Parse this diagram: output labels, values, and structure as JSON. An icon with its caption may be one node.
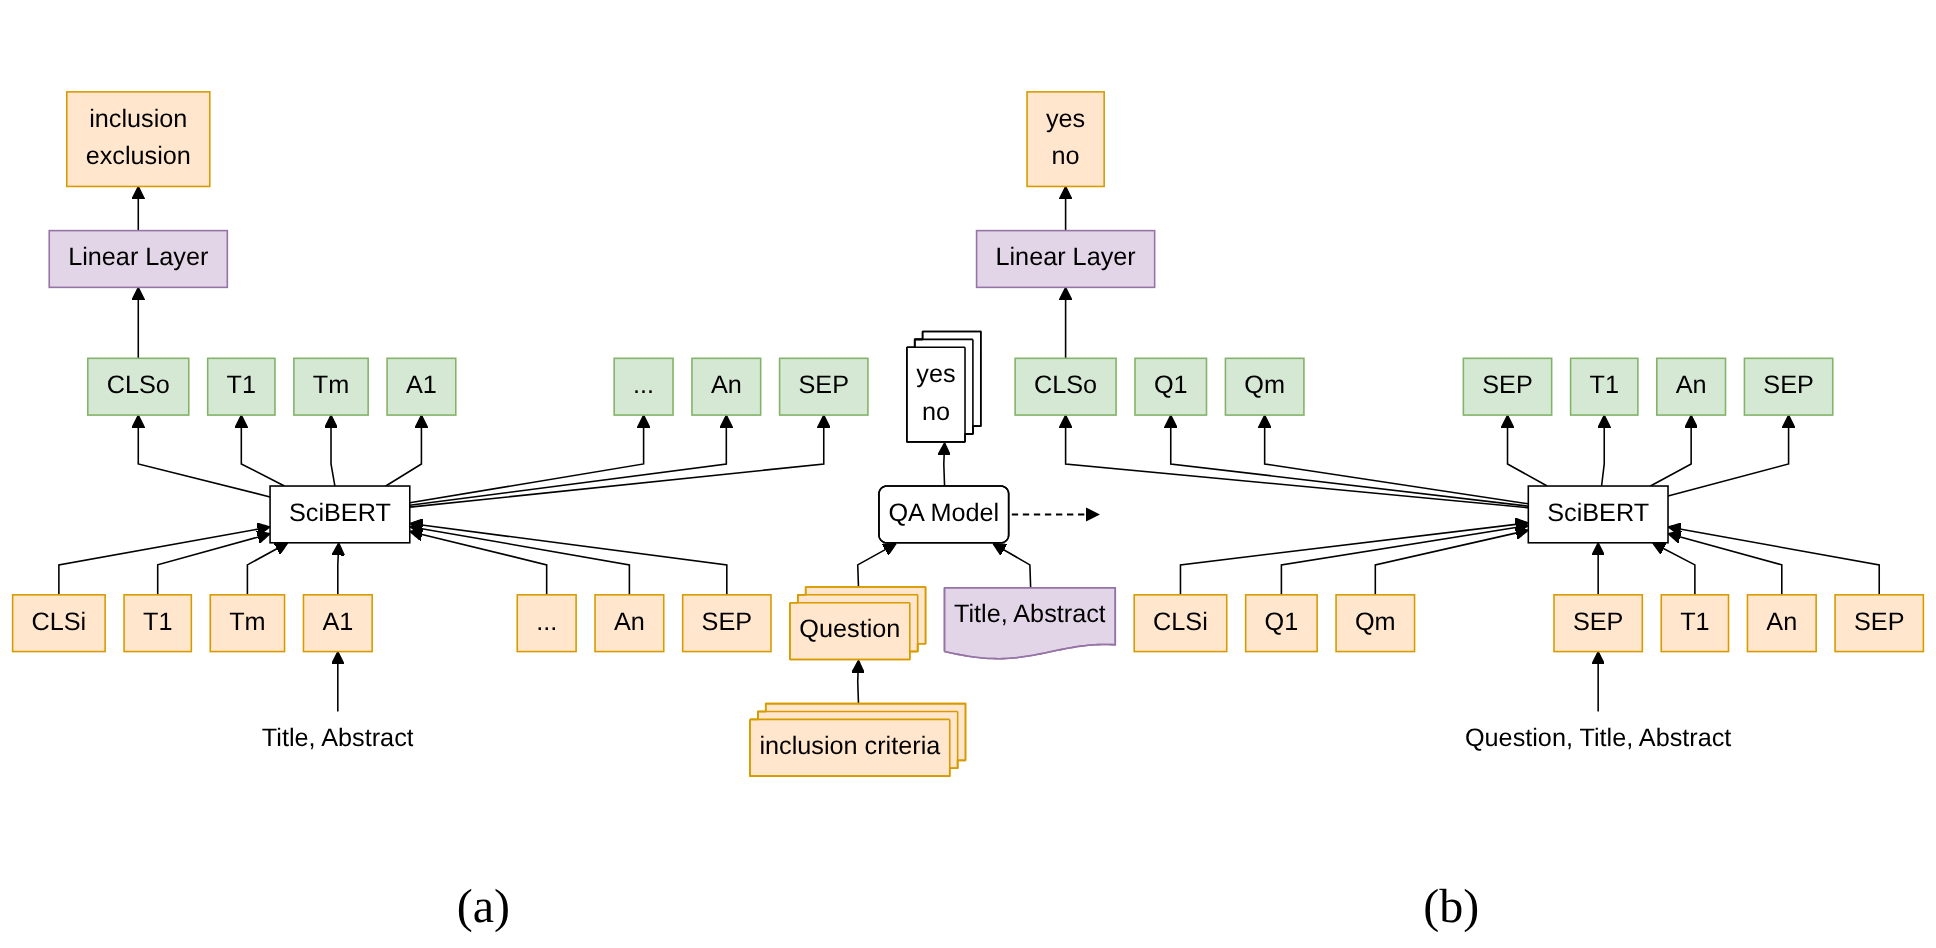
{
  "diagram": {
    "nodes": [
      {
        "text": [
          "inclusion",
          "exclusion"
        ]
      },
      {
        "text": [
          "Linear Layer"
        ]
      },
      {
        "text": [
          "CLSo"
        ]
      },
      {
        "text": [
          "T1"
        ]
      },
      {
        "text": [
          "Tm"
        ]
      },
      {
        "text": [
          "A1"
        ]
      },
      {
        "text": [
          "..."
        ]
      },
      {
        "text": [
          "An"
        ]
      },
      {
        "text": [
          "SEP"
        ]
      },
      {
        "text": [
          "SciBERT"
        ]
      },
      {
        "text": [
          "CLSi"
        ]
      },
      {
        "text": [
          "T1"
        ]
      },
      {
        "text": [
          "Tm"
        ]
      },
      {
        "text": [
          "A1"
        ]
      },
      {
        "text": [
          "..."
        ]
      },
      {
        "text": [
          "An"
        ]
      },
      {
        "text": [
          "SEP"
        ]
      },
      {
        "text": [
          "Title, Abstract"
        ]
      },
      {
        "text": [
          "yes",
          "no"
        ]
      },
      {
        "text": [
          "QA Model"
        ]
      },
      {
        "text": [
          "Question"
        ]
      },
      {
        "text": [
          "inclusion criteria"
        ]
      },
      {
        "text": [
          "Title, Abstract"
        ]
      },
      {
        "text": [
          "yes",
          "no"
        ]
      },
      {
        "text": [
          "Linear Layer"
        ]
      },
      {
        "text": [
          "CLSo"
        ]
      },
      {
        "text": [
          "Q1"
        ]
      },
      {
        "text": [
          "Qm"
        ]
      },
      {
        "text": [
          "SEP"
        ]
      },
      {
        "text": [
          "T1"
        ]
      },
      {
        "text": [
          "An"
        ]
      },
      {
        "text": [
          "SEP"
        ]
      },
      {
        "text": [
          "SciBERT"
        ]
      },
      {
        "text": [
          "CLSi"
        ]
      },
      {
        "text": [
          "Q1"
        ]
      },
      {
        "text": [
          "Qm"
        ]
      },
      {
        "text": [
          "SEP"
        ]
      },
      {
        "text": [
          "T1"
        ]
      },
      {
        "text": [
          "An"
        ]
      },
      {
        "text": [
          "SEP"
        ]
      },
      {
        "text": [
          "Question, Title, Abstract"
        ]
      }
    ],
    "edges": [
      {
        "from": 1,
        "to": 0,
        "arrow": "to"
      },
      {
        "from": 2,
        "to": 1,
        "arrow": "to"
      },
      {
        "from": 9,
        "to": 2,
        "arrow": "to"
      },
      {
        "from": 9,
        "to": 3,
        "arrow": "to"
      },
      {
        "from": 9,
        "to": 4,
        "arrow": "to"
      },
      {
        "from": 9,
        "to": 5,
        "arrow": "to"
      },
      {
        "from": 9,
        "to": 6,
        "arrow": "to"
      },
      {
        "from": 9,
        "to": 7,
        "arrow": "to"
      },
      {
        "from": 9,
        "to": 8,
        "arrow": "to"
      },
      {
        "from": 10,
        "to": 9,
        "arrow": "to"
      },
      {
        "from": 11,
        "to": 9,
        "arrow": "to"
      },
      {
        "from": 12,
        "to": 9,
        "arrow": "to"
      },
      {
        "from": 13,
        "to": 9,
        "arrow": "to"
      },
      {
        "from": 14,
        "to": 9,
        "arrow": "to"
      },
      {
        "from": 15,
        "to": 9,
        "arrow": "to"
      },
      {
        "from": 16,
        "to": 9,
        "arrow": "to"
      },
      {
        "from": 17,
        "to": 13,
        "arrow": "to"
      },
      {
        "from": 19,
        "to": 18,
        "arrow": "to"
      },
      {
        "from": 20,
        "to": 19,
        "arrow": "to"
      },
      {
        "from": 21,
        "to": 20,
        "arrow": "to"
      },
      {
        "from": 22,
        "to": 19,
        "arrow": "to"
      },
      {
        "from": 19,
        "to": null,
        "arrow": "to",
        "style": "dashed"
      },
      {
        "from": 24,
        "to": 23,
        "arrow": "to"
      },
      {
        "from": 25,
        "to": 24,
        "arrow": "to"
      },
      {
        "from": 32,
        "to": 25,
        "arrow": "to"
      },
      {
        "from": 32,
        "to": 26,
        "arrow": "to"
      },
      {
        "from": 32,
        "to": 27,
        "arrow": "to"
      },
      {
        "from": 32,
        "to": 28,
        "arrow": "to"
      },
      {
        "from": 32,
        "to": 29,
        "arrow": "to"
      },
      {
        "from": 32,
        "to": 30,
        "arrow": "to"
      },
      {
        "from": 32,
        "to": 31,
        "arrow": "to"
      },
      {
        "from": 33,
        "to": 32,
        "arrow": "to"
      },
      {
        "from": 34,
        "to": 32,
        "arrow": "to"
      },
      {
        "from": 35,
        "to": 32,
        "arrow": "to"
      },
      {
        "from": 36,
        "to": 32,
        "arrow": "to"
      },
      {
        "from": 37,
        "to": 32,
        "arrow": "to"
      },
      {
        "from": 38,
        "to": 32,
        "arrow": "to"
      },
      {
        "from": 39,
        "to": 32,
        "arrow": "to"
      },
      {
        "from": 40,
        "to": 36,
        "arrow": "to"
      }
    ],
    "labels": [
      "(a)",
      "(b)"
    ]
  }
}
